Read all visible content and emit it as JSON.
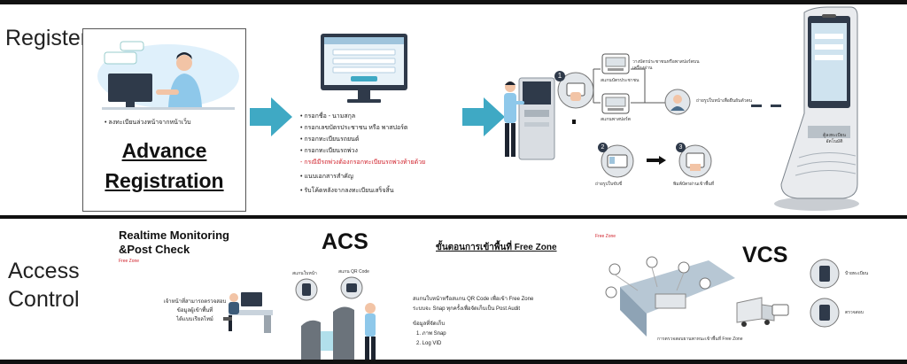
{
  "register": {
    "section_label": "Register",
    "card_caption": "ลงทะเบียนล่วงหน้าจากหน้าเว็บ",
    "title_line1": "Advance",
    "title_line2": "Registration",
    "form_items": [
      {
        "text": "กรอกชื่อ - นามสกุล",
        "highlight": false
      },
      {
        "text": "กรอกเลขบัตรประชาชน หรือ พาสปอร์ต",
        "highlight": false
      },
      {
        "text": "กรอกทะเบียนรถยนต์",
        "highlight": false
      },
      {
        "text": "กรอกทะเบียนรถพ่วง",
        "highlight": false
      },
      {
        "text": "กรณีมีรถพ่วงต้องกรอกทะเบียนรถพ่วงท้ายด้วย",
        "highlight": true
      },
      {
        "text": "แนบเอกสารสำคัญ",
        "highlight": false
      },
      {
        "text": "รับโค้ดหลังจากลงทะเบียนเสร็จสิ้น",
        "highlight": false
      }
    ],
    "steps": {
      "step1_num": "1",
      "step2_num": "2",
      "step3_num": "3",
      "opt_a": "วางบัตรประชาชนหรือพาสปอร์ตบนเครื่องอ่าน",
      "opt_a_sub": "สแกนบัตรประชาชน",
      "opt_b": "สแกนพาสปอร์ต",
      "face_note": "ถ่ายรูปใบหน้าเพื่อยืนยันตัวตน",
      "step2_caption": "ถ่ายรูปใบขับขี่",
      "step3_caption": "พิมพ์บัตรผ่านเข้าพื้นที่",
      "kiosk_text": "ตู้ลงทะเบียนอัตโนมัติ"
    }
  },
  "access": {
    "section_label_line1": "Access",
    "section_label_line2": "Control",
    "rt_title_line1": "Realtime Monitoring",
    "rt_title_line2": "&Post Check",
    "rt_sub": "Free Zone",
    "rt_desc": [
      "เจ้าหน้าที่สามารถตรวจสอบ",
      "ข้อมูลผู้เข้าพื้นที่",
      "ได้แบบเรียลไทม์"
    ],
    "acs_title": "ACS",
    "acs_icon1": "สแกนใบหน้า",
    "acs_icon2": "สแกน QR Code",
    "zone_heading": "ขั้นตอนการเข้าพื้นที่ Free Zone",
    "zone_desc_line1": "สแกนใบหน้าหรือสแกน QR Code เพื่อเข้า Free Zone",
    "zone_desc_line2": "ระบบจะ Snap ทุกครั้งเพื่อจัดเก็บเป็น Post Audit",
    "stored_heading": "ข้อมูลที่จัดเก็บ",
    "stored_items": [
      "1. ภาพ Snap",
      "2. Log VID"
    ],
    "vcs_title": "VCS",
    "vcs_sub": "Free Zone",
    "vcs_caption": "การตรวจสอบยานพาหนะเข้าพื้นที่ Free Zone",
    "vcs_icon1": "ป้ายทะเบียน",
    "vcs_icon2": "ตรวจสอบ"
  },
  "colors": {
    "arrow": "#3fa9c4",
    "accent_red": "#d0202a",
    "monitor": "#2f3a4a",
    "skin": "#f2c4a6"
  }
}
